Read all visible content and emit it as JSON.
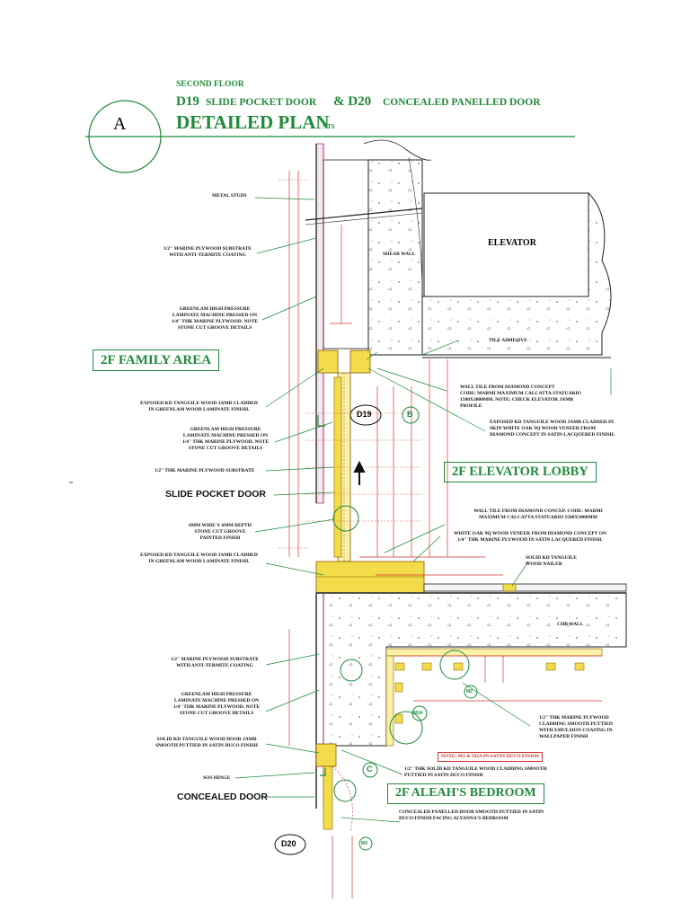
{
  "header": {
    "floor": "SECOND FLOOR",
    "d19_code": "D19",
    "d19_desc": "SLIDE POCKET DOOR",
    "d20_code": "& D20",
    "d20_desc": "CONCEALED PANELLED DOOR",
    "main_title": "DETAILED PLAN",
    "scale": "NTS",
    "section_letter": "A"
  },
  "rooms": {
    "family_area": "2F FAMILY AREA",
    "elevator_lobby": "2F ELEVATOR LOBBY",
    "bedroom": "2F ALEAH'S BEDROOM",
    "elevator": "ELEVATOR"
  },
  "tags": {
    "d19": "D19",
    "d20": "D20",
    "b": "B",
    "c": "C",
    "m2": "M2",
    "m2a": "M2A",
    "m3": "M3"
  },
  "annotations": {
    "metal_studs": "METAL STUDS",
    "marine_ply_1": "1/2\" MARINE PLYWOOD SUBSTRATE\nWITH ANTI-TERMITE COATING",
    "shear_wall": "SHEAR WALL",
    "greenlam_1": "GREENLAM HIGH PRESSURE\nLAMINATE MACHINE PRESSED ON\n1/4\" THK MARINE PLYWOOD. NOTE\nSTONE CUT GROOVE DETAILS",
    "tile_adhesive": "TILE ADHESIVE",
    "wall_tile_1": "WALL TILE FROM DIAMOND CONCEPT\nCODE: MARMI MAXIMUM CALCATTA STATUARIO\n1500X3000MM. NOTE: CHECK ELEVATOR JAMB\nPROFILE",
    "jamb_1": "EXPOSED KD TANGUILE WOOD JAMB CLADDED\nIN GREENLAM WOOD LAMINATE FINISH.",
    "jamb_skin": "EXPOSED KD TANGUILE WOOD JAMB CLADDED IN\nSKIN WHITE OAK 9Q WOOD VENEER FROM\nDIAMOND CONCEPT IN SATIN LACQUERED FINISH.",
    "greenlam_2": "GREENLAM HIGH PRESSURE\nLAMINATE MACHINE PRESSED ON\n1/4\" THK MARINE PLYWOOD. NOTE\nSTONE CUT GROOVE DETAILS",
    "substrate_half": "1/2\" THK MARINE PLYWOOD SUBSTRATE",
    "slide_pocket_door": "SLIDE POCKET DOOR",
    "wall_tile_2": "WALL TILE FROM DIAMOND CONCEP. CODE: MARMI\nMAXIMUM CALCATTA STATUARIO 1500X3000MM",
    "groove": "6MM WIDE X 6MM DEPTH\nSTONE CUT GROOVE\nPAINTED FINISH",
    "white_oak": "WHITE OAK 9Q WOOD VENEER FROM DIAMOND CONCEPT ON\n1/4\" THK MARINE PLYWOOD  IN SATIN LACQUERED FINISH.",
    "jamb_2": "EXPOSED KD TANGUILE WOOD JAMB CLADDED\nIN GREENLAM WOOD LAMINATE FINISH.",
    "nailer": "SOLID KD TANGUILE\nWOOD NAILER",
    "chb_wall": "CHB WALL",
    "marine_ply_2": "1/2\" MARINE PLYWOOD SUBSTRATE\nWITH ANTI-TERMITE COATING",
    "greenlam_3": "GREENLAM HIGH PRESSURE\nLAMINATE MACHINE PRESSED ON\n1/4\" THK MARINE PLYWOOD. NOTE\nSTONE CUT GROOVE DETAILS",
    "cladding": "1/2\" THK MARINE PLYWOOD\nCLADDING SMOOTH PUTTIED\nWITH EMULSION COATING IN\nWALLPAPER FINISH",
    "door_jamb": "SOLID KD TANGUILE WOOD DOOR JAMB\nSMOOTH PUTTIED IN SATIN DUCO FINISH",
    "note_m2": "NOTE: M2 & M2A IN SATIN DUCO FINISH",
    "sos_hinge": "SOS HINGE",
    "solid_cladding": "1/2\" THK SOLID KD TANGUILE WOOD CLADDING SMOOTH\nPUTTIED IN SATIN DUCO FINISH",
    "concealed_door": "CONCEALED DOOR",
    "panelled_door": "CONCEALED PANELLED DOOR  SMOOTH PUTTIED IN SATIN\nDUCO FINISH FACING ALYANNA'S BEDROOM"
  },
  "colors": {
    "green": "#1f8a3a",
    "red": "#d8342c",
    "wood": "#f2dc4a",
    "concrete": "#f4f4f4"
  }
}
